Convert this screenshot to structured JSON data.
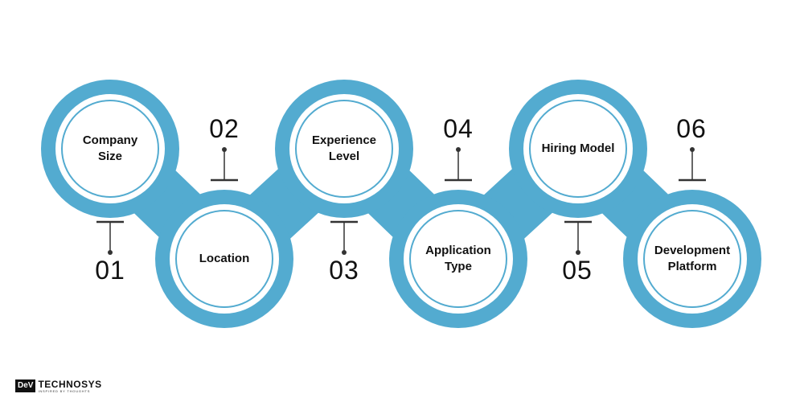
{
  "colors": {
    "ring": "#53ABD0",
    "inner_fill": "#FFFFFF",
    "text": "#111111",
    "connector": "#333333"
  },
  "steps": [
    {
      "number": "01",
      "label_lines": [
        "Company",
        "Size"
      ]
    },
    {
      "number": "02",
      "label_lines": [
        "Location"
      ]
    },
    {
      "number": "03",
      "label_lines": [
        "Experience",
        "Level"
      ]
    },
    {
      "number": "04",
      "label_lines": [
        "Application",
        "Type"
      ]
    },
    {
      "number": "05",
      "label_lines": [
        "Hiring Model"
      ]
    },
    {
      "number": "06",
      "label_lines": [
        "Development",
        "Platform"
      ]
    }
  ],
  "logo": {
    "box": "DeV",
    "name": "TECHNOSYS",
    "tagline": "INSPIRED BY THOUGHTS"
  }
}
